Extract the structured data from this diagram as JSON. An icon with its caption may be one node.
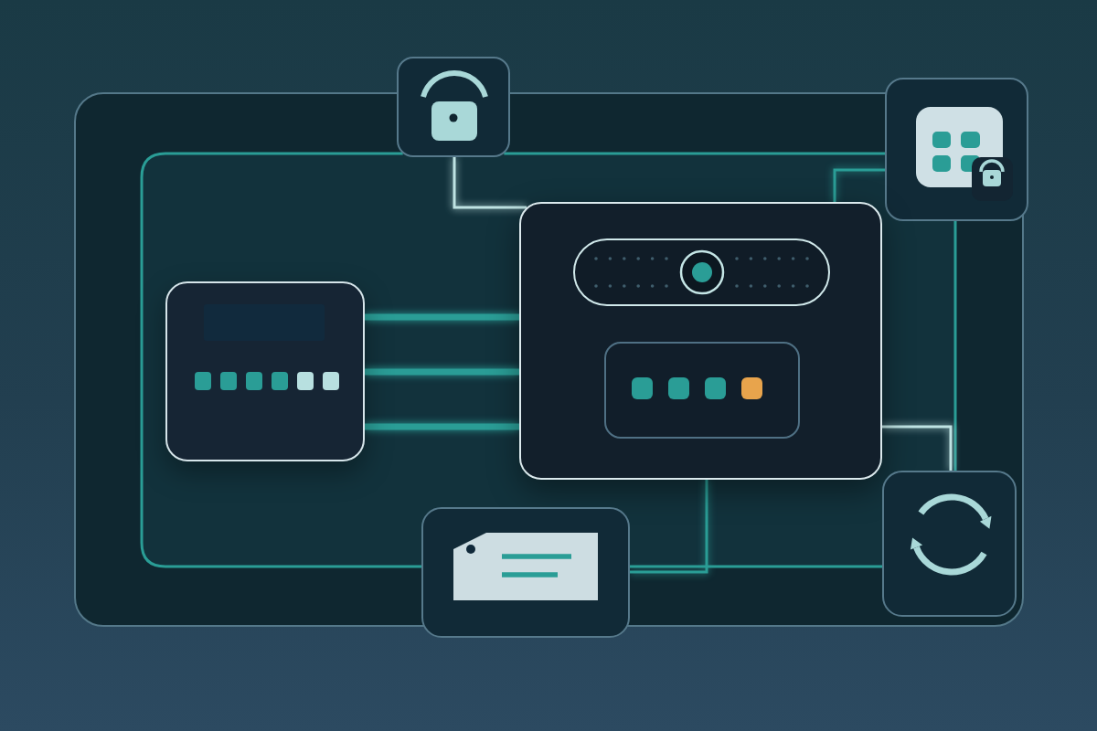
{
  "diagram": {
    "nodes": [
      {
        "text": [],
        "shape": "box"
      },
      {
        "text": [],
        "shape": "box"
      },
      {
        "text": [],
        "shape": "box"
      },
      {
        "text": [],
        "shape": "box"
      },
      {
        "text": [],
        "shape": "box"
      },
      {
        "text": [],
        "shape": "box"
      }
    ],
    "edges": [
      {
        "from": 0,
        "to": 1,
        "arrow": "none"
      },
      {
        "from": 1,
        "to": 5,
        "arrow": "none"
      },
      {
        "from": 5,
        "to": 4,
        "arrow": "none"
      },
      {
        "from": 4,
        "to": 0,
        "arrow": "none"
      },
      {
        "from": 0,
        "to": 3,
        "arrow": "none",
        "color": "#bfe3e3"
      },
      {
        "from": 1,
        "to": 3,
        "arrow": "none"
      },
      {
        "from": 2,
        "to": 3,
        "arrow": "none",
        "style": "thick"
      },
      {
        "from": 2,
        "to": 3,
        "arrow": "none",
        "style": "thick"
      },
      {
        "from": 2,
        "to": 3,
        "arrow": "none",
        "style": "thick"
      },
      {
        "from": 3,
        "to": 5,
        "arrow": "none",
        "color": "#bfe3e3"
      },
      {
        "from": 3,
        "to": 4,
        "arrow": "none"
      }
    ]
  }
}
